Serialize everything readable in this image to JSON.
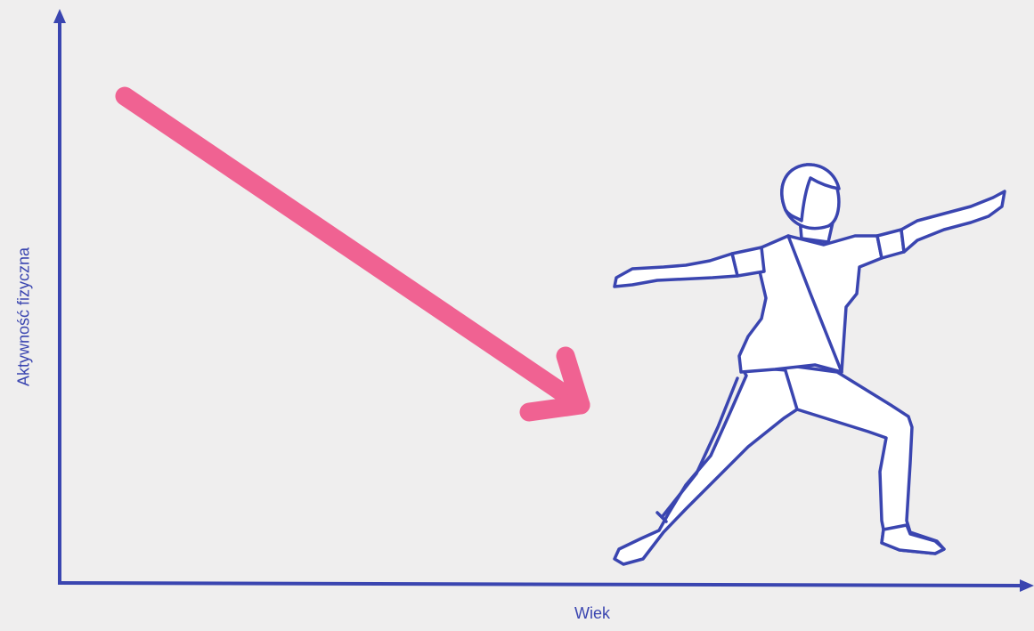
{
  "diagram": {
    "x_axis_label": "Wiek",
    "y_axis_label": "Aktywność fizyczna",
    "trend": "decreasing",
    "colors": {
      "background": "#efeeee",
      "axis": "#3a45b0",
      "arrow": "#f06292",
      "figure_fill": "#ffffff",
      "figure_stroke": "#3a45b0"
    },
    "icons": [
      "trend-arrow-icon",
      "person-lunge-icon"
    ]
  }
}
